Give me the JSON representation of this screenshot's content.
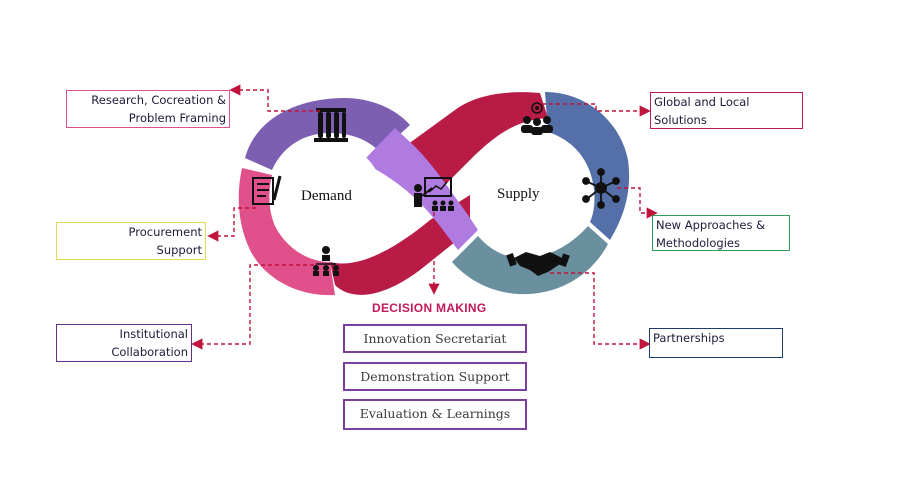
{
  "center_labels": {
    "demand": "Demand",
    "supply": "Supply"
  },
  "left_boxes": {
    "research": {
      "line1": "Research, Cocreation &",
      "line2": "Problem Framing",
      "border": "#e0508a"
    },
    "procurement": {
      "line1": "Procurement",
      "line2": "Support",
      "border": "#e6d84a"
    },
    "institutional": {
      "line1": "Institutional",
      "line2": "Collaboration",
      "border": "#6a2c8a"
    }
  },
  "right_boxes": {
    "global": {
      "line1": "Global and Local",
      "line2": "Solutions",
      "border": "#c2185b"
    },
    "approaches": {
      "line1": "New Approaches &",
      "line2": "Methodologies",
      "border": "#2e9e5b"
    },
    "partnerships": {
      "line1": "Partnerships",
      "border": "#1f3a6e"
    }
  },
  "decision_making": {
    "title": "DECISION MAKING",
    "items": [
      "Innovation Secretariat",
      "Demonstration Support",
      "Evaluation & Learnings"
    ]
  },
  "icons": [
    "test-tubes-icon",
    "document-pen-icon",
    "org-chart-icon",
    "presenter-icon",
    "team-star-icon",
    "network-icon",
    "handshake-icon"
  ],
  "colors": {
    "purple": "#7d5fb2",
    "pink": "#e0508a",
    "crimson": "#b81b46",
    "lavender": "#b07be0",
    "blue": "#5570a8",
    "teal": "#6a8f9e",
    "connector": "#c0143c"
  }
}
